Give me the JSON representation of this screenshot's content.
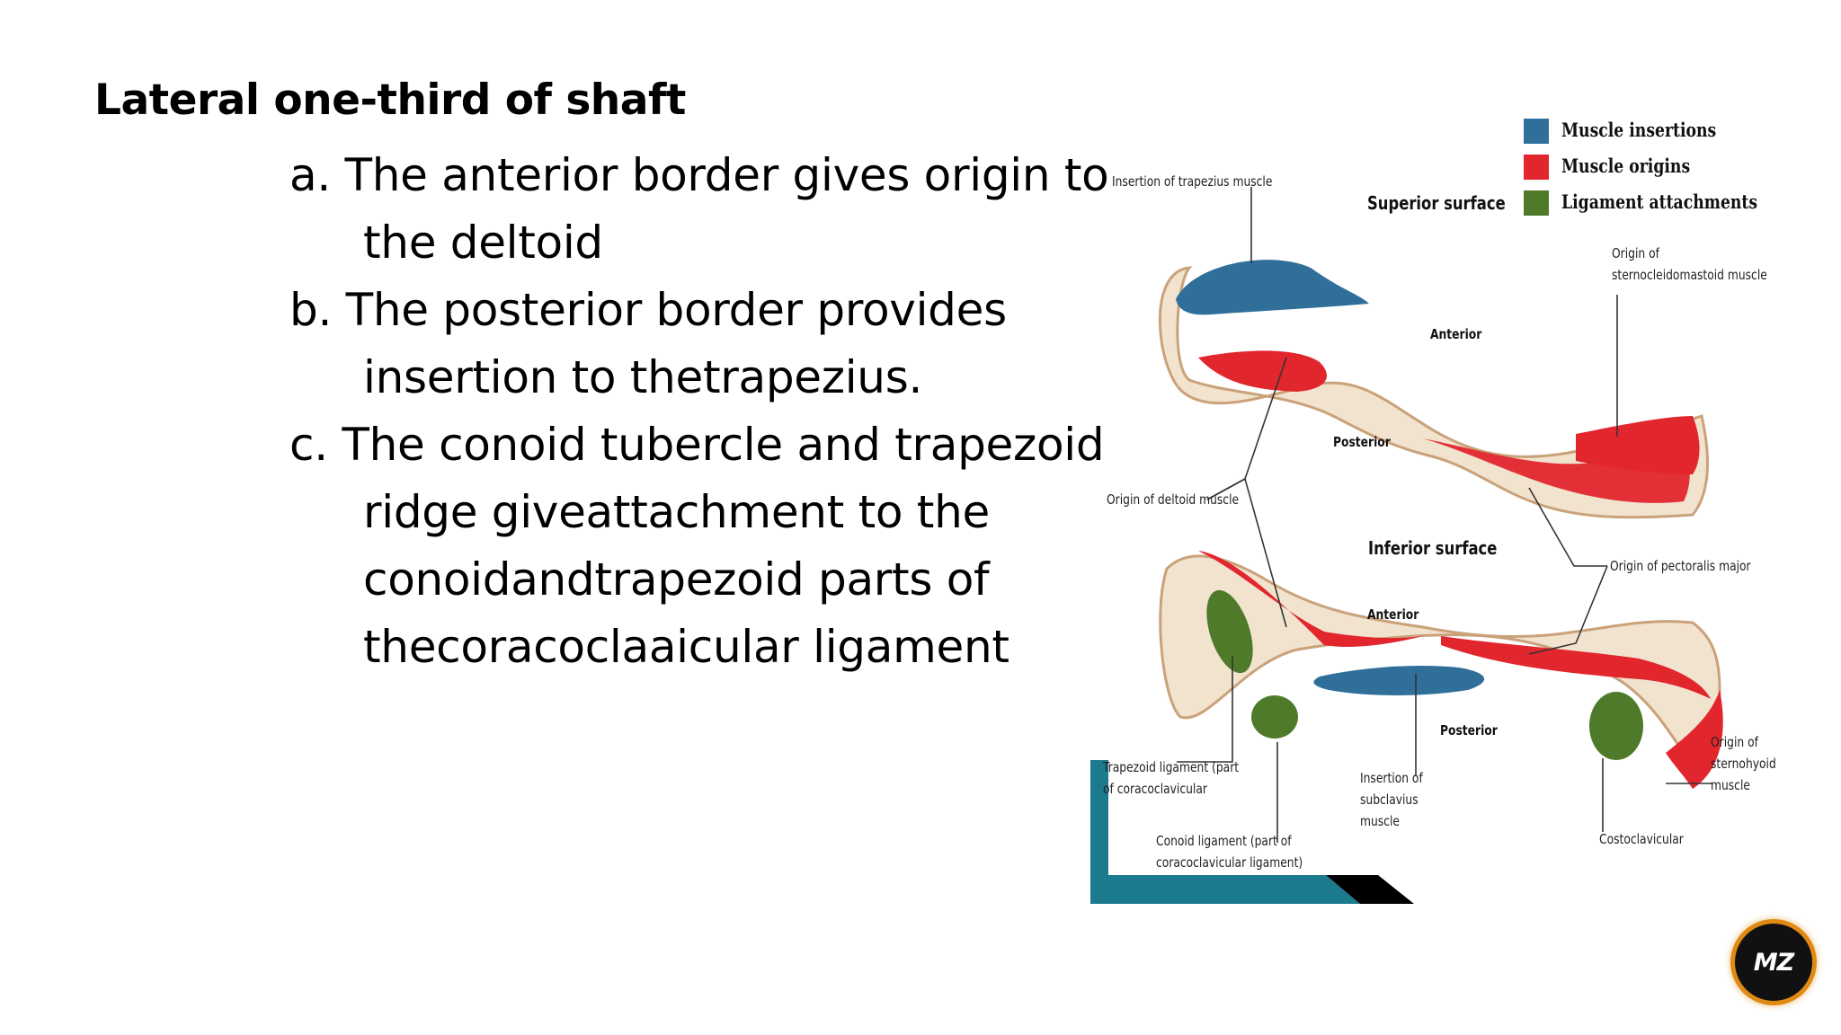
{
  "slide": {
    "title": "Lateral one-third of shaft",
    "bullets": [
      "a. The anterior border gives origin to the deltoid",
      "b. The posterior border provides insertion to thetrapezius.",
      "c. The conoid tubercle and trapezoid ridge giveattachment to the conoidandtrapezoid parts of thecoracoclaaicular ligament"
    ]
  },
  "figure": {
    "legend": [
      {
        "label": "Muscle insertions",
        "color": "#2f6f9a"
      },
      {
        "label": "Muscle origins",
        "color": "#e2262e"
      },
      {
        "label": "Ligament attachments",
        "color": "#4f7a2a"
      }
    ],
    "headings": {
      "superior": "Superior surface",
      "inferior": "Inferior surface"
    },
    "orientation": {
      "superior_anterior": "Anterior",
      "superior_posterior": "Posterior",
      "inferior_anterior": "Anterior",
      "inferior_posterior": "Posterior"
    },
    "annotations": {
      "trapezius": "Insertion of trapezius muscle",
      "sternocleido": [
        "Origin of",
        "sternocleidomastoid muscle"
      ],
      "deltoid": "Origin of deltoid muscle",
      "pectoralis": "Origin of pectoralis major",
      "trapezoid_lig": [
        "Trapezoid ligament (part",
        "of coracoclavicular"
      ],
      "conoid_lig": [
        "Conoid ligament (part of",
        "coracoclavicular ligament)"
      ],
      "subclavius": [
        "Insertion of",
        "subclavius",
        "muscle"
      ],
      "costoclavicular": "Costoclavicular",
      "sternohyoid": [
        "Origin of",
        "sternohyoid",
        "muscle"
      ]
    }
  },
  "logo": {
    "text": "MZ"
  }
}
